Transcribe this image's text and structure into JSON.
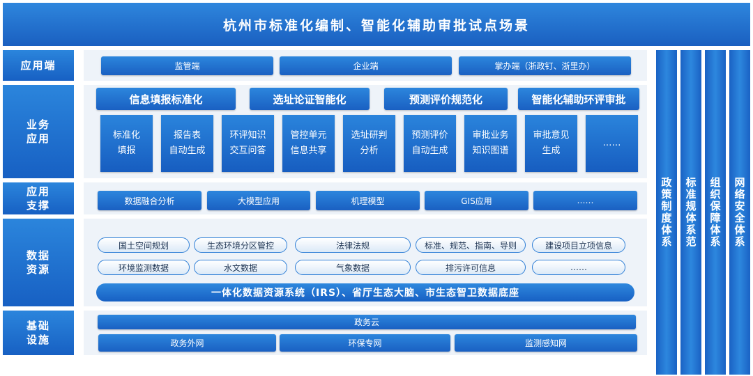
{
  "title": "杭州市标准化编制、智能化辅助审批试点场景",
  "layers": {
    "app_end": "应用端",
    "business": "业务\n应用",
    "support": "应用\n支撑",
    "data": "数据\n资源",
    "infra": "基础\n设施"
  },
  "app_end_items": [
    "监管端",
    "企业端",
    "掌办端（浙政钉、浙里办）"
  ],
  "business_headers": [
    "信息填报标准化",
    "选址论证智能化",
    "预测评价规范化",
    "智能化辅助环评审批"
  ],
  "business_tiles": [
    "标准化\n填报",
    "报告表\n自动生成",
    "环评知识\n交互问答",
    "管控单元\n信息共享",
    "选址研判\n分析",
    "预测评价\n自动生成",
    "审批业务\n知识图谱",
    "审批意见\n生成",
    "……"
  ],
  "support_items": [
    "数据融合分析",
    "大模型应用",
    "机理模型",
    "GIS应用",
    "……"
  ],
  "data_row1": [
    "国土空间规划",
    "生态环境分区管控",
    "法律法规",
    "标准、规范、指南、导则",
    "建设项目立项信息"
  ],
  "data_row2": [
    "环境监测数据",
    "水文数据",
    "气象数据",
    "排污许可信息",
    "……"
  ],
  "data_base": "一体化数据资源系统（IRS）、省厅生态大脑、市生态智卫数据底座",
  "infra_top": "政务云",
  "infra_items": [
    "政务外网",
    "环保专网",
    "监测感知网"
  ],
  "pillars": [
    "政策制度体系",
    "标准规体系范",
    "组织保障体系",
    "网络安全体系"
  ]
}
